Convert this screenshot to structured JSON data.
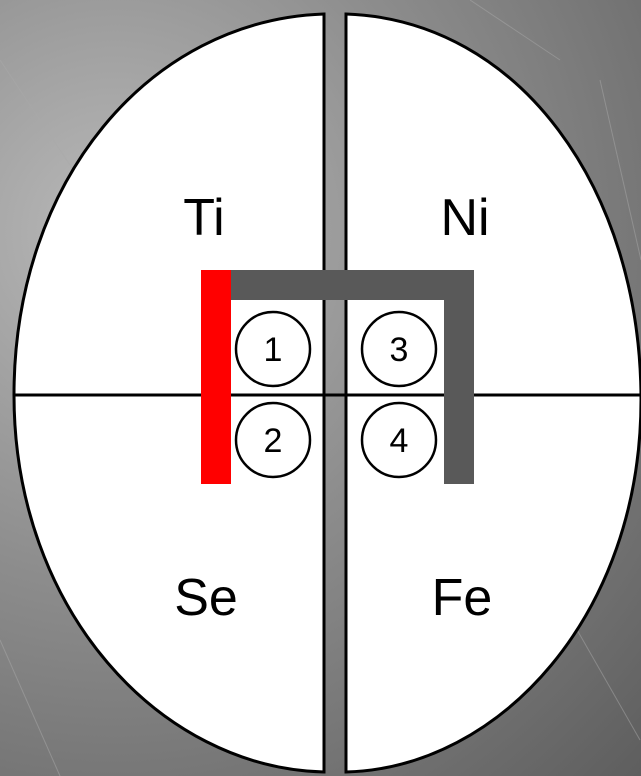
{
  "quadrants": {
    "top_left": "Ti",
    "top_right": "Ni",
    "bottom_left": "Se",
    "bottom_right": "Fe"
  },
  "circles": [
    "1",
    "2",
    "3",
    "4"
  ],
  "colors": {
    "red_bar": "#ff0000",
    "gray_bracket": "#595959",
    "background": "#8c8c8c",
    "outline": "#000000"
  }
}
